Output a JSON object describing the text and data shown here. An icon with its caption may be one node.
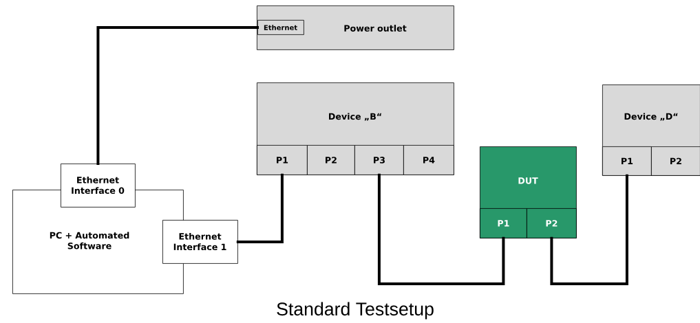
{
  "diagram": {
    "caption": "Standard Testsetup",
    "nodes": [
      {
        "text": [
          "Power outlet"
        ]
      },
      {
        "text": [
          "Ethernet"
        ],
        "in": 0
      },
      {
        "text": [
          "PC + Automated Software"
        ]
      },
      {
        "text": [
          "Ethernet Interface 0"
        ]
      },
      {
        "text": [
          "Ethernet Interface 1"
        ]
      },
      {
        "text": [
          "Device „B“"
        ]
      },
      {
        "text": [
          "P1"
        ],
        "in": 5
      },
      {
        "text": [
          "P2"
        ],
        "in": 5
      },
      {
        "text": [
          "P3"
        ],
        "in": 5
      },
      {
        "text": [
          "P4"
        ],
        "in": 5
      },
      {
        "text": [
          "DUT"
        ]
      },
      {
        "text": [
          "P1"
        ],
        "in": 10
      },
      {
        "text": [
          "P2"
        ],
        "in": 10
      },
      {
        "text": [
          "Device „D“"
        ]
      },
      {
        "text": [
          "P1"
        ],
        "in": 13
      },
      {
        "text": [
          "P2"
        ],
        "in": 13
      }
    ],
    "edges": [
      {
        "from": 3,
        "to": 1,
        "arrow": "none"
      },
      {
        "from": 4,
        "to": 6,
        "arrow": "none"
      },
      {
        "from": 8,
        "to": 11,
        "arrow": "none"
      },
      {
        "from": 12,
        "to": 14,
        "arrow": "none"
      }
    ]
  }
}
